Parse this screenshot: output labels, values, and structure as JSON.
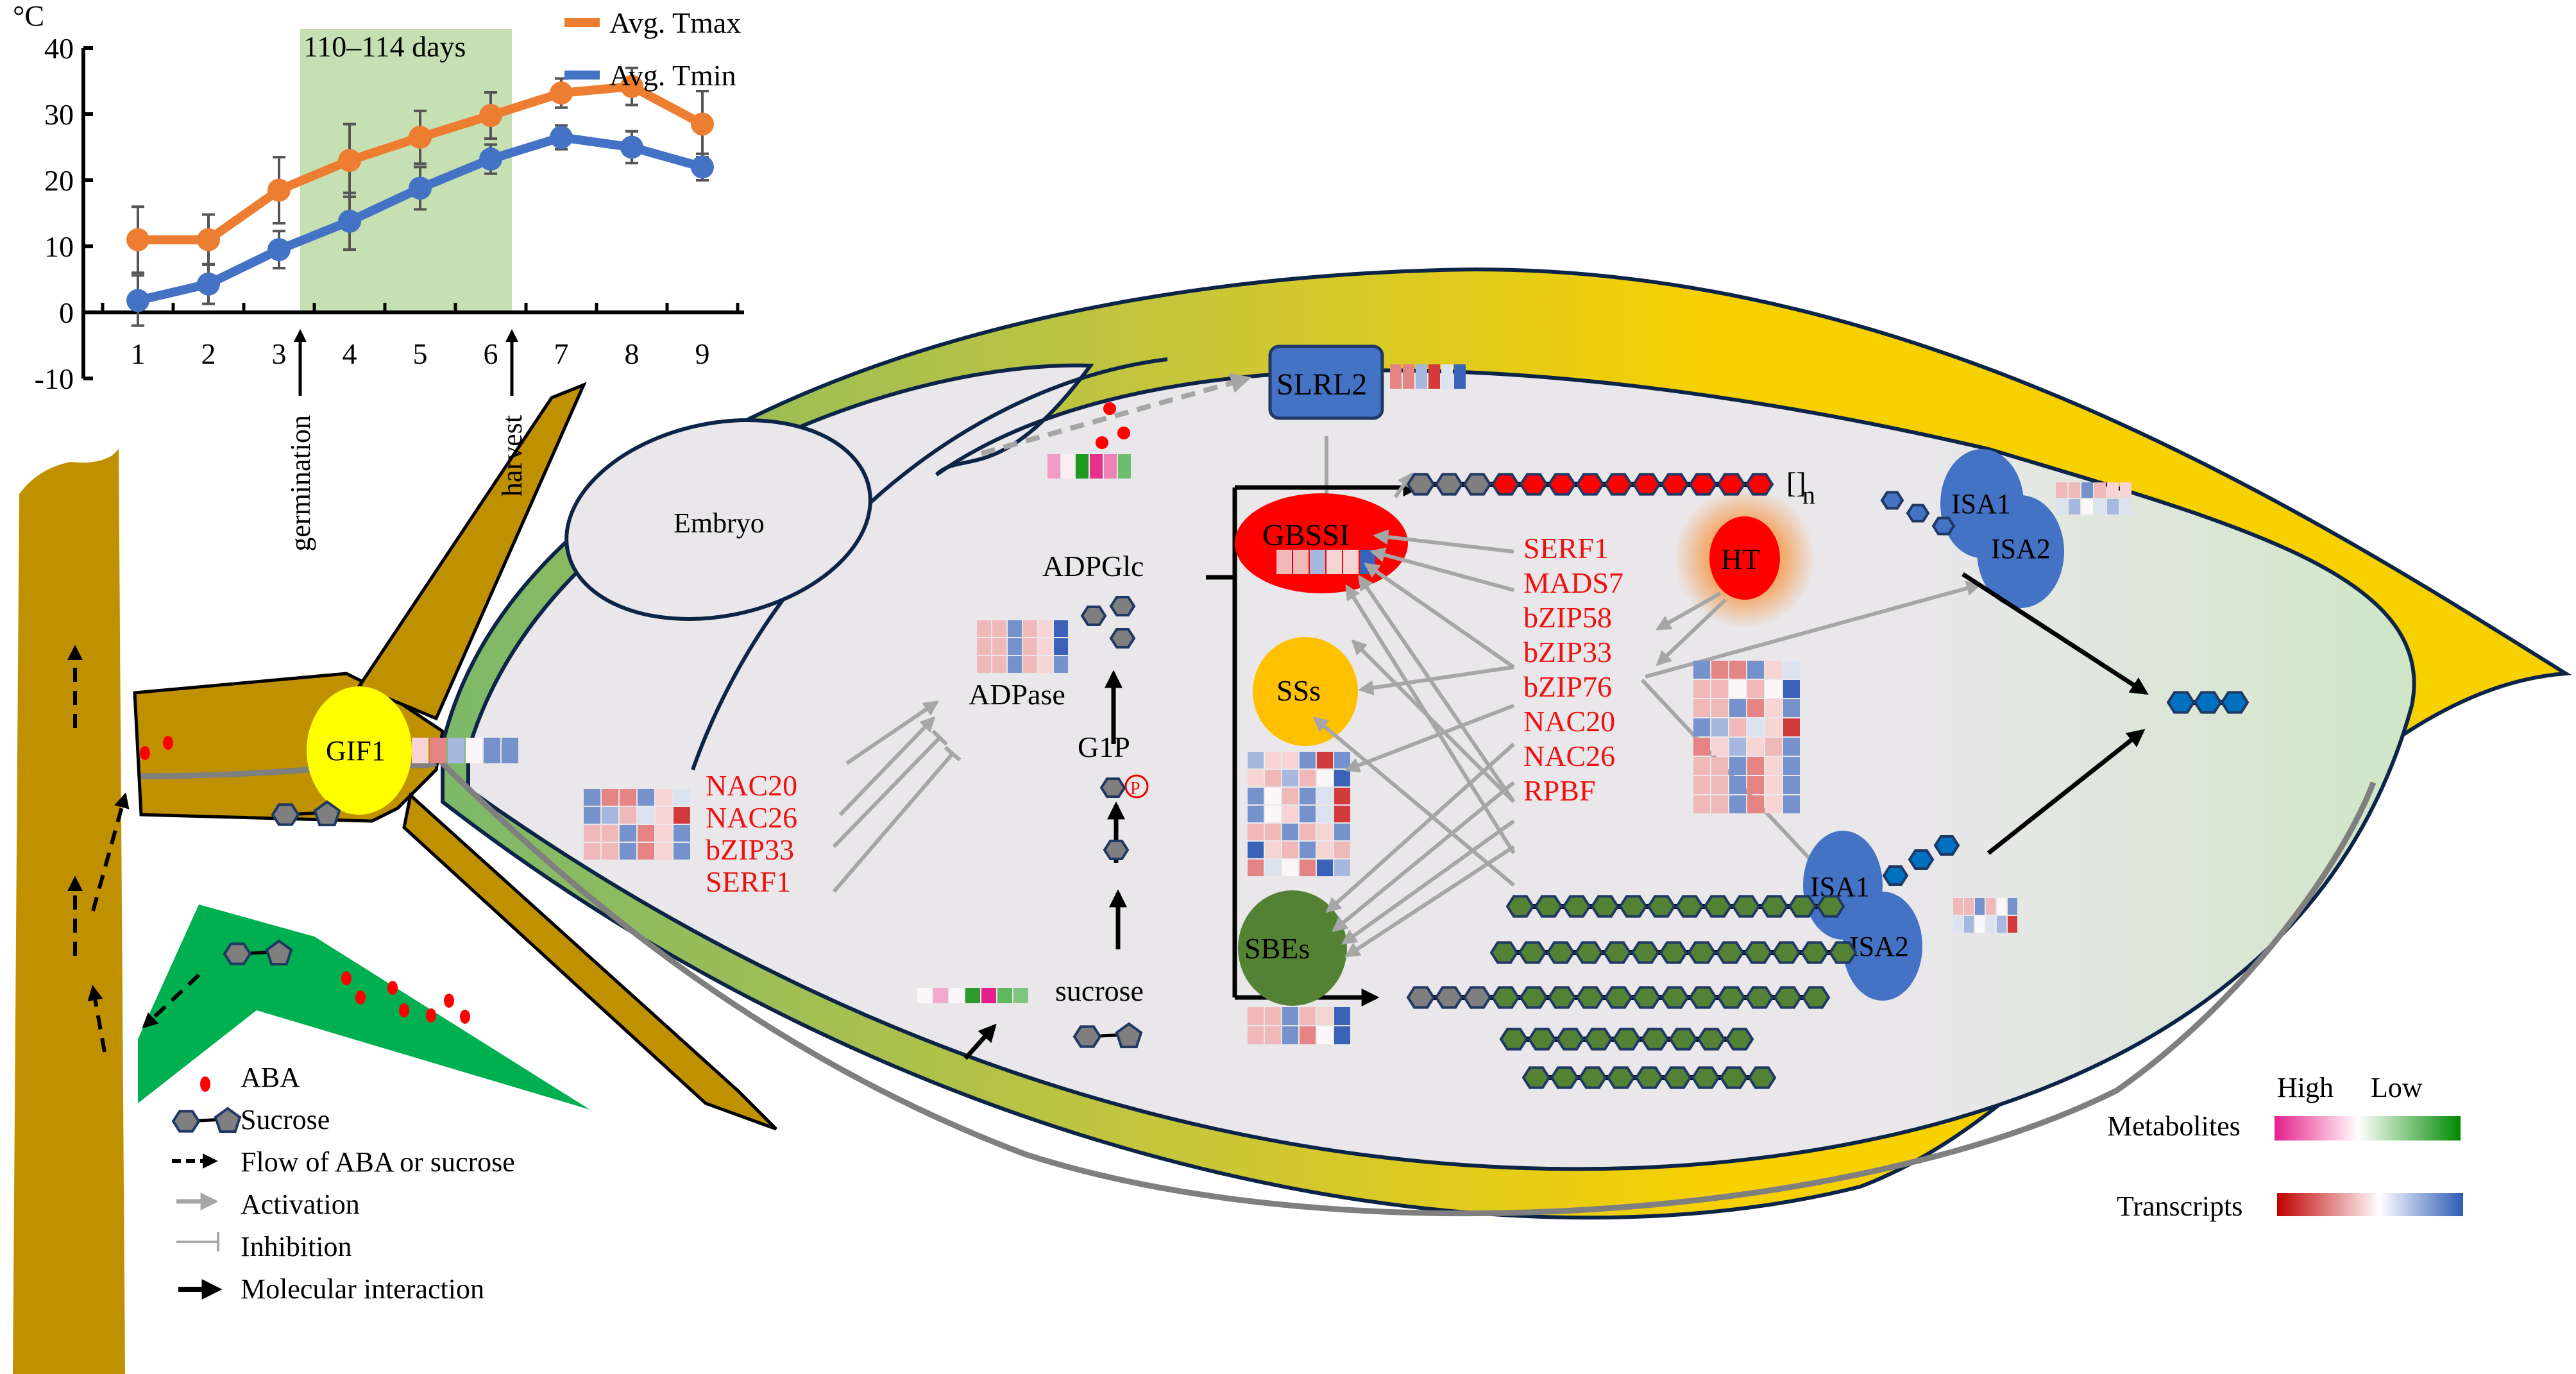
{
  "chart_data": {
    "type": "line",
    "title": "",
    "ylabel": "°C",
    "xlabel": "",
    "x": [
      1,
      2,
      3,
      4,
      5,
      6,
      7,
      8,
      9
    ],
    "categories": [
      "1",
      "2",
      "3",
      "4",
      "5",
      "6",
      "7",
      "8",
      "9"
    ],
    "ylim": [
      -10,
      40
    ],
    "yticks": [
      "40",
      "30",
      "20",
      "10",
      "0",
      "-10"
    ],
    "ytick_values": [
      40,
      30,
      20,
      10,
      0,
      -10
    ],
    "shaded_region": {
      "label": "110–114 days",
      "x_start": 3.3,
      "x_end": 6.3,
      "color": "#c6e0b4"
    },
    "annotations": [
      {
        "text": "germination",
        "x": 3.3
      },
      {
        "text": "harvest",
        "x": 6.3
      }
    ],
    "legend_position": "top-right",
    "series": [
      {
        "name": "Avg. Tmax",
        "color": "#ed7d31",
        "values": [
          11,
          11,
          18.5,
          23,
          26.5,
          29.8,
          33.2,
          34.2,
          28.5
        ],
        "x": [
          1,
          2,
          3,
          4,
          5,
          6,
          7,
          8,
          9
        ],
        "err": [
          5,
          3.8,
          5,
          5.5,
          4,
          3.5,
          2.2,
          2.8,
          5
        ]
      },
      {
        "name": "Avg. Tmin",
        "color": "#4472c4",
        "values": [
          1.8,
          4.3,
          9.5,
          13.8,
          18.8,
          23.2,
          26.5,
          25,
          22
        ],
        "x": [
          1,
          2,
          3,
          4,
          5,
          6,
          7,
          8,
          9
        ],
        "err": [
          3.8,
          3,
          2.8,
          4.3,
          3.2,
          2.2,
          1.8,
          2.4,
          2
        ]
      }
    ]
  },
  "labels": {
    "embryo": "Embryo",
    "gif1": "GIF1",
    "slrl2": "SLRL2",
    "gbssi": "GBSSI",
    "ht": "HT",
    "sss": "SSs",
    "sbes": "SBEs",
    "isa1_top": "ISA1",
    "isa2_top": "ISA2",
    "isa1_bottom": "ISA1",
    "isa2_bottom": "ISA2",
    "adpglc": "ADPGlc",
    "adpase": "ADPase",
    "g1p": "G1P",
    "phosphate": "P",
    "sucrose": "sucrose",
    "repeat_n": "n"
  },
  "tf_left": [
    "NAC20",
    "NAC26",
    "bZIP33",
    "SERF1"
  ],
  "tf_center": [
    "SERF1",
    "MADS7",
    "bZIP58",
    "bZIP33",
    "bZIP76",
    "NAC20",
    "NAC26",
    "RPBF"
  ],
  "legend": {
    "items": [
      {
        "icon": "aba-dot-icon",
        "label": "ABA"
      },
      {
        "icon": "sucrose-icon",
        "label": "Sucrose"
      },
      {
        "icon": "dashed-arrow-icon",
        "label": "Flow of ABA or sucrose"
      },
      {
        "icon": "gray-arrow-icon",
        "label": "Activation"
      },
      {
        "icon": "inhibition-icon",
        "label": "Inhibition"
      },
      {
        "icon": "black-arrow-icon",
        "label": "Molecular interaction"
      }
    ]
  },
  "scale_legend": {
    "high": "High",
    "low": "Low",
    "metabolites": "Metabolites",
    "transcripts": "Transcripts",
    "metabolite_colors": [
      "#e6208a",
      "#ffffff",
      "#008a00"
    ],
    "transcript_colors": [
      "#c00000",
      "#ffffff",
      "#2e5bb8"
    ]
  },
  "colors": {
    "grain_inner": "#e9e7ea",
    "husk_yellow": "#f7d000",
    "stem": "#bf9000",
    "leaf": "#00b050",
    "gbssi": "#ff0000",
    "sss": "#ffc000",
    "sbes": "#548235",
    "isa": "#4472c4",
    "gif1": "#ffff00",
    "ht": "#ff0000"
  }
}
